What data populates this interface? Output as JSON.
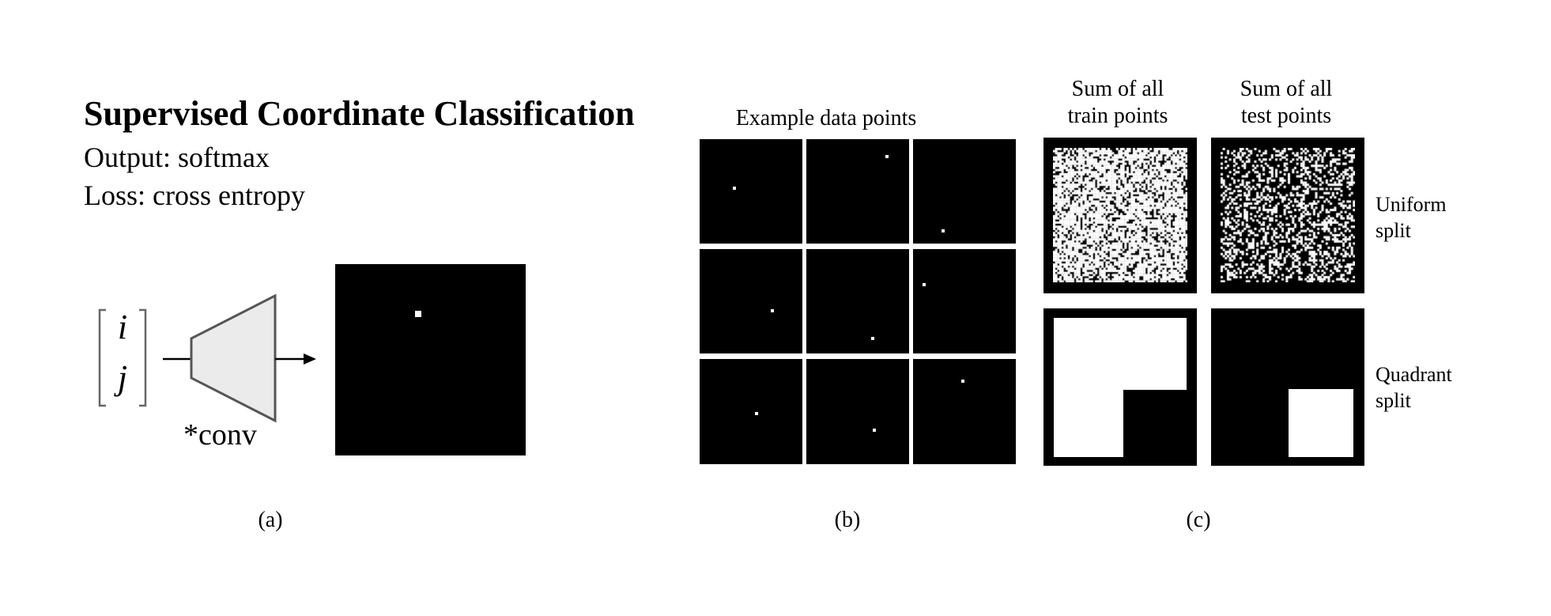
{
  "panel_a": {
    "title": "Supervised Coordinate Classification",
    "output_line": "Output: softmax",
    "loss_line": "Loss: cross entropy",
    "input_vector": [
      "i",
      "j"
    ],
    "network_label": "*conv",
    "caption": "(a)"
  },
  "panel_b": {
    "heading": "Example data points",
    "caption": "(b)"
  },
  "panel_c": {
    "col_headings": [
      "Sum of all train points",
      "Sum of all test points"
    ],
    "heading_train_line1": "Sum of all",
    "heading_train_line2": "train points",
    "heading_test_line1": "Sum of all",
    "heading_test_line2": "test points",
    "row_label_uniform_line1": "Uniform",
    "row_label_uniform_line2": "split",
    "row_label_quadrant_line1": "Quadrant",
    "row_label_quadrant_line2": "split",
    "caption": "(c)"
  },
  "colors": {
    "background": "#ffffff",
    "image_fill": "#000000",
    "pixel_on": "#ffffff",
    "network_fill": "#ebebeb",
    "network_stroke": "#555555"
  }
}
